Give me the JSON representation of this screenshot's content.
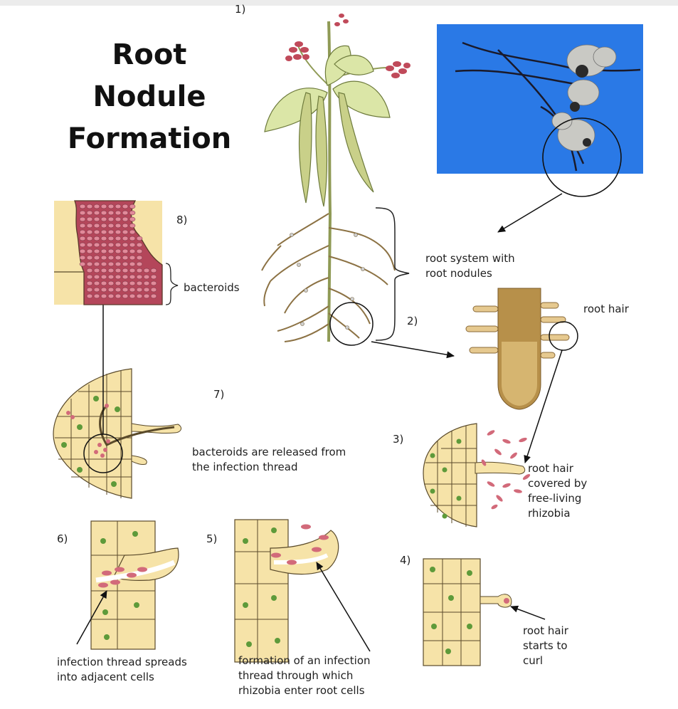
{
  "title": [
    "Root",
    "Nodule",
    "Formation"
  ],
  "steps": {
    "s1": "1)",
    "s2": "2)",
    "s3": "3)",
    "s4": "4)",
    "s5": "5)",
    "s6": "6)",
    "s7": "7)",
    "s8": "8)"
  },
  "labels": {
    "root_system": [
      "root system with",
      "root nodules"
    ],
    "root_hair": "root hair",
    "bacteroids": "bacteroids",
    "released": [
      "bacteroids are released from",
      "the infection thread"
    ],
    "covered": [
      "root hair",
      "covered by",
      "free-living",
      "rhizobia"
    ],
    "curl": [
      "root hair",
      "starts to",
      "curl"
    ],
    "thread_formation": [
      "formation of an infection",
      "thread through which",
      "rhizobia enter root cells"
    ],
    "thread_spreads": [
      "infection thread spreads",
      "into adjacent cells"
    ]
  },
  "colors": {
    "cell_fill": "#f6e3a8",
    "cell_line": "#5a4a2a",
    "nucleus": "#5e9a3a",
    "bacteria": "#d26a7a",
    "photo_bg": "#2a79e6",
    "root_brown": "#a4823f",
    "leaf": "#d9e4a4"
  }
}
